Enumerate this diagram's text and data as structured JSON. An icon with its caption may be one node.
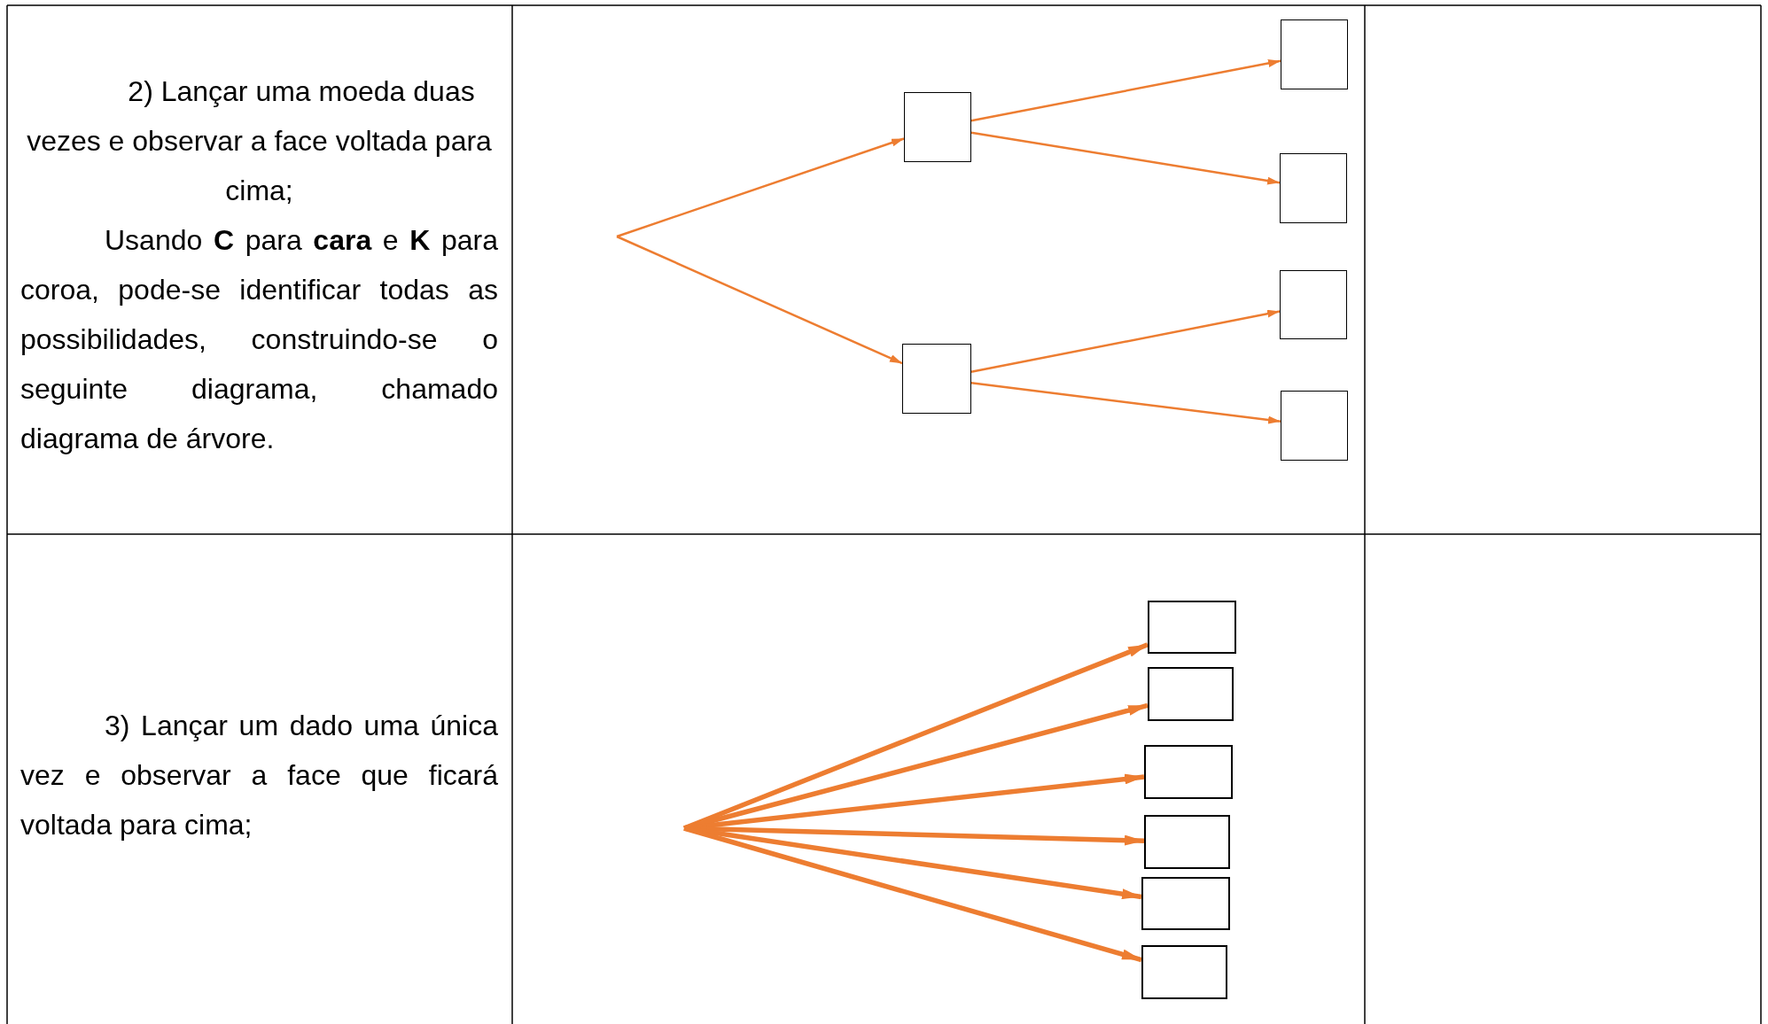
{
  "diagram": {
    "nodes": [
      {
        "text": [],
        "shape": "box"
      },
      {
        "text": [],
        "shape": "box"
      },
      {
        "text": [],
        "shape": "box"
      },
      {
        "text": [],
        "shape": "box"
      },
      {
        "text": [],
        "shape": "box"
      },
      {
        "text": [],
        "shape": "box"
      },
      {
        "text": [],
        "shape": "box"
      },
      {
        "text": [],
        "shape": "box"
      },
      {
        "text": [],
        "shape": "box"
      },
      {
        "text": [],
        "shape": "box"
      },
      {
        "text": [],
        "shape": "box"
      },
      {
        "text": [],
        "shape": "box"
      }
    ],
    "edges": [
      {
        "from": null,
        "to": 0,
        "arrow": "to"
      },
      {
        "from": null,
        "to": 1,
        "arrow": "to"
      },
      {
        "from": 0,
        "to": 2,
        "arrow": "to"
      },
      {
        "from": 0,
        "to": 3,
        "arrow": "to"
      },
      {
        "from": 1,
        "to": 4,
        "arrow": "to"
      },
      {
        "from": 1,
        "to": 5,
        "arrow": "to"
      },
      {
        "from": null,
        "to": 6,
        "arrow": "to",
        "style": "thick"
      },
      {
        "from": null,
        "to": 7,
        "arrow": "to",
        "style": "thick"
      },
      {
        "from": null,
        "to": 8,
        "arrow": "to",
        "style": "thick"
      },
      {
        "from": null,
        "to": 9,
        "arrow": "to",
        "style": "thick"
      },
      {
        "from": null,
        "to": 10,
        "arrow": "to",
        "style": "thick"
      },
      {
        "from": null,
        "to": 11,
        "arrow": "to",
        "style": "thick"
      }
    ],
    "labels": [
      "2) Lançar uma moeda duas vezes e observar a face voltada para cima;",
      "Usando **C** para **cara** e **K** para coroa, pode-se identificar todas as possibilidades, construindo-se o seguinte diagrama, chamado diagrama de árvore.",
      "3) Lançar um dado uma única vez e observar a face que ficará voltada para cima;"
    ]
  }
}
